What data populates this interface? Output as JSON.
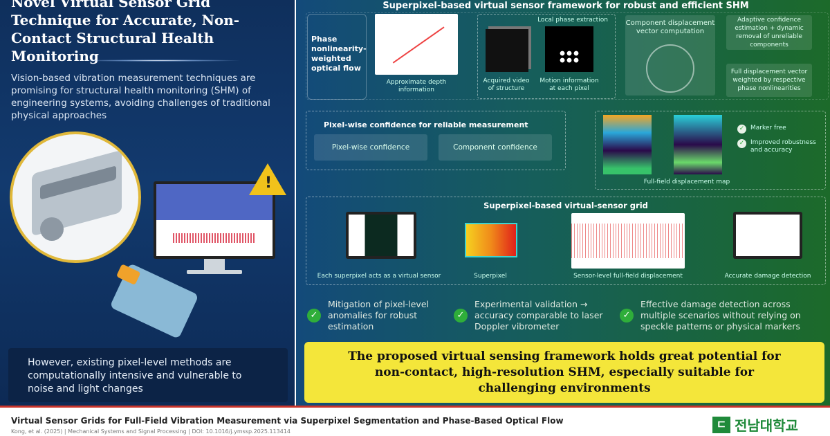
{
  "left": {
    "title": "Novel Virtual Sensor Grid Technique for Accurate, Non-Contact Structural Health Monitoring",
    "intro": "Vision-based vibration measurement techniques are promising for structural health monitoring (SHM) of engineering systems, avoiding challenges of traditional physical approaches",
    "bottom_note": "However, existing pixel-level methods are computationally intensive and vulnerable to noise and light changes",
    "icons": [
      "engine-icon",
      "warning-icon",
      "monitor-icon",
      "camera-icon"
    ]
  },
  "right": {
    "framework_title": "Superpixel-based virtual sensor framework for robust and efficient SHM",
    "optical_flow_label": "Phase nonlinearity-weighted optical flow",
    "depth_caption": "Approximate depth information",
    "local_phase_label": "Local phase extraction",
    "video_caption": "Acquired video of structure",
    "motion_caption": "Motion information at each pixel",
    "component_vector": "Component displacement vector computation",
    "adaptive": "Adaptive confidence estimation + dynamic removal of unreliable components",
    "full_vector": "Full displacement vector weighted by respective phase nonlinearities",
    "pixelwise_title": "Pixel-wise confidence for reliable measurement",
    "pixelwise_box": "Pixel-wise confidence",
    "component_box": "Component confidence",
    "map_caption": "Full-field displacement map",
    "map_benefits": [
      "Marker free",
      "Improved robustness and accuracy"
    ],
    "grid_title": "Superpixel-based virtual-sensor grid",
    "grid_steps": [
      "Each superpixel acts as a virtual sensor",
      "Superpixel",
      "Sensor-level full-field displacement",
      "Accurate damage detection"
    ],
    "bullets": [
      "Mitigation of pixel-level anomalies for robust estimation",
      "Experimental validation → accuracy comparable to laser Doppler vibrometer",
      "Effective damage detection across multiple scenarios without relying on speckle patterns or physical markers"
    ],
    "conclusion": "The proposed virtual sensing framework holds great potential for non-contact, high-resolution SHM, especially suitable for challenging environments"
  },
  "footer": {
    "paper_title": "Virtual Sensor Grids for Full-Field Vibration Measurement via Superpixel Segmentation and Phase-Based Optical Flow",
    "citation": "Kong, et al. (2025) | Mechanical Systems and Signal Processing | DOI: 10.1016/j.ymssp.2025.113414",
    "logo_text": "전남대학교"
  },
  "colors": {
    "accent_yellow": "#f4e63a",
    "check_green": "#2fae3a",
    "footer_red": "#c8342b",
    "logo_green": "#1f8a3a"
  }
}
